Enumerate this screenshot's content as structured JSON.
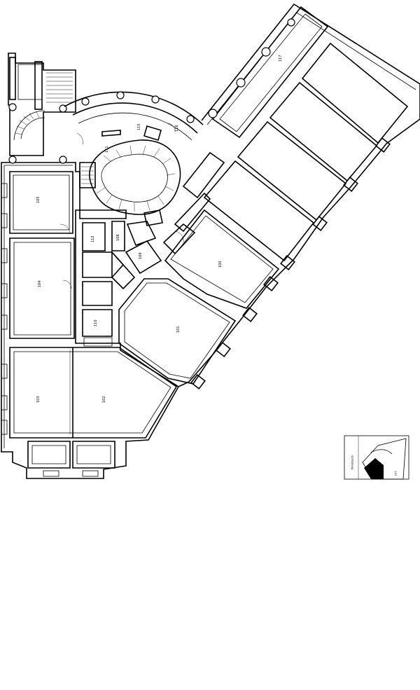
{
  "title": "",
  "rooms": [
    {
      "id": "room-upper-left",
      "number": "105",
      "area": ""
    },
    {
      "id": "room-mid-left",
      "number": "104",
      "area": ""
    },
    {
      "id": "room-lower-left",
      "number": "103",
      "area": ""
    },
    {
      "id": "room-lower-mid",
      "number": "102",
      "area": ""
    },
    {
      "id": "room-center-oct",
      "number": "101",
      "area": ""
    },
    {
      "id": "room-center-upper",
      "number": "100",
      "area": ""
    },
    {
      "id": "room-stair",
      "number": "111",
      "area": ""
    },
    {
      "id": "room-corridor",
      "number": "112",
      "area": ""
    },
    {
      "id": "room-arc-1",
      "number": "115",
      "area": ""
    },
    {
      "id": "room-arc-2",
      "number": "116",
      "area": ""
    },
    {
      "id": "room-top-right",
      "number": "117",
      "area": ""
    },
    {
      "id": "room-small-1",
      "number": "108",
      "area": ""
    },
    {
      "id": "room-small-2",
      "number": "109",
      "area": ""
    },
    {
      "id": "room-small-3",
      "number": "110",
      "area": ""
    }
  ],
  "legend_box": {
    "caption": "SUTERÉN NA",
    "sheet": "1:01"
  },
  "colors": {
    "line": "#000000",
    "background": "#ffffff"
  }
}
